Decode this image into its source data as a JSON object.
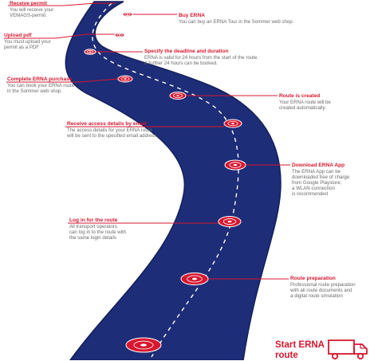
{
  "steps": [
    {
      "title": "Receive permit",
      "desc": [
        "You will receive your",
        "VEMAGS-permit."
      ]
    },
    {
      "title": "Buy ERNA",
      "desc": [
        "You can buy an ERNA Tour in the Sommer web shop."
      ]
    },
    {
      "title": "Upload pdf",
      "desc": [
        "You must upload your",
        "permit as a PDF"
      ]
    },
    {
      "title": "Specify the deadline and duration",
      "desc": [
        "ERNA is valid for 24 hours from the start of the route.",
        "A further 24 hours can be booked."
      ]
    },
    {
      "title": "Complete ERNA purchase",
      "desc": [
        "You can book your ERNA route",
        "in the Sommer web shop."
      ]
    },
    {
      "title": "Route is created",
      "desc": [
        "Your ERNA route will be",
        "created automatically."
      ]
    },
    {
      "title": "Receive access details by email",
      "desc": [
        "The access details for your ERNA route",
        "will be sent to the specified email address."
      ]
    },
    {
      "title": "Download ERNA App",
      "desc": [
        "The ERNA App can be",
        "downloaded free of charge",
        "from Google Playstore;",
        "a WLAN connection",
        "is recommended"
      ]
    },
    {
      "title": "Log in for the route",
      "desc": [
        "All transport operators",
        "can log in to the route with",
        "the same login details"
      ]
    },
    {
      "title": "Route preparation",
      "desc": [
        "Professional route preparation",
        "with all route documents and",
        "a digital route simulation"
      ]
    }
  ],
  "start_label": [
    "Start ERNA",
    "route"
  ],
  "icons": {
    "truck": "truck-icon"
  },
  "colors": {
    "road": "#1e2d78",
    "road_edge": "#141f5c",
    "accent": "#d7172f",
    "text": "#6b6b6b",
    "lane": "#ffffff"
  }
}
